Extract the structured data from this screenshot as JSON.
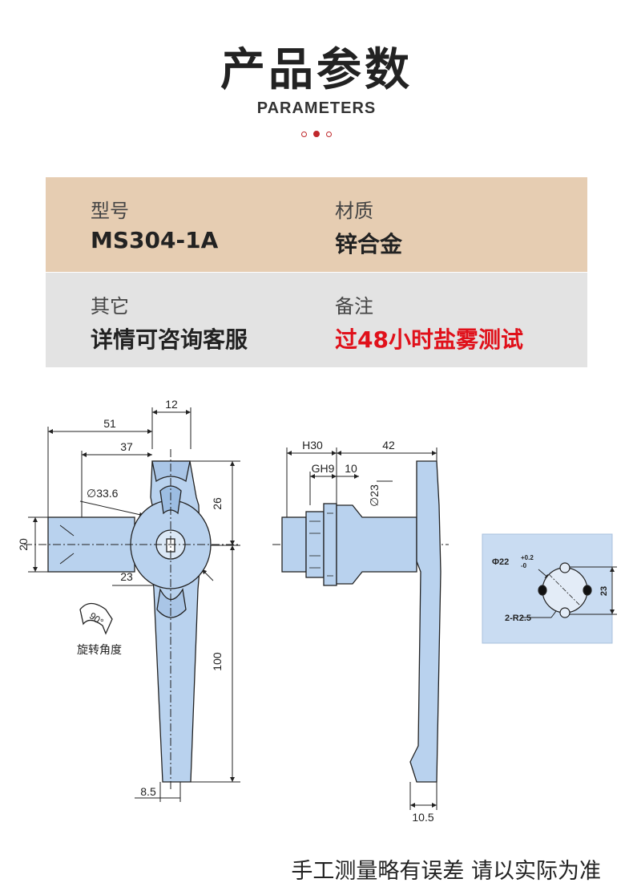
{
  "header": {
    "title": "产品参数",
    "subtitle": "PARAMETERS"
  },
  "params": {
    "model_label": "型号",
    "model_value": "MS304-1A",
    "material_label": "材质",
    "material_value": "锌合金",
    "other_label": "其它",
    "other_value": "详情可咨询客服",
    "note_label": "备注",
    "note_value": "过48小时盐雾测试"
  },
  "drawing": {
    "front": {
      "dim_12": "12",
      "dim_51": "51",
      "dim_37": "37",
      "dim_dia": "∅33.6",
      "dim_26": "26",
      "dim_20": "20",
      "dim_23": "23",
      "dim_100": "100",
      "dim_85": "8.5",
      "rotate_angle": "90°",
      "rotate_label": "旋转角度"
    },
    "side": {
      "dim_h30": "H30",
      "dim_42": "42",
      "dim_gh9": "GH9",
      "dim_10": "10",
      "dim_d23": "∅23",
      "dim_105": "10.5"
    },
    "cutout": {
      "phi": "Φ22",
      "tol_up": "+0.2",
      "tol_dn": "-0",
      "dim_23": "23",
      "radius": "2-R2.5"
    }
  },
  "footer": {
    "note": "手工测量略有误差 请以实际为准"
  },
  "colors": {
    "row1_bg": "#e6cdb2",
    "row2_bg": "#e3e3e3",
    "accent_red": "#e0101a",
    "part_blue": "#b9d2ee",
    "panel_blue": "#c9dcf2"
  }
}
